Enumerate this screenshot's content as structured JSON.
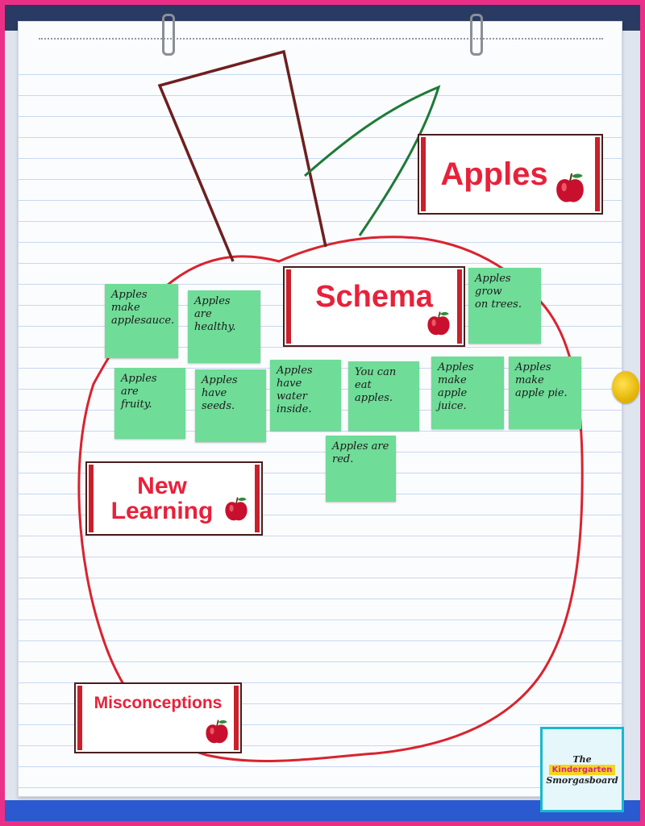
{
  "cards": {
    "apples": "Apples",
    "schema": "Schema",
    "new_learning": "New\nLearning",
    "misconceptions": "Misconceptions"
  },
  "notes": [
    "Apples make\napplesauce.",
    "Apples\nare\nhealthy.",
    "Apples grow\non trees.",
    "Apples\nare\nfruity.",
    "Apples\nhave\nseeds.",
    "Apples have\nwater\ninside.",
    "You can\neat\napples.",
    "Apples make\napple\njuice.",
    "Apples\nmake\napple pie.",
    "Apples are\nred."
  ],
  "logo": {
    "line1": "The",
    "line2": "Kindergarten",
    "line3": "Smorgasboard"
  },
  "colors": {
    "title_red": "#e8213a",
    "note_green": "#6fdc98",
    "drawn_apple": "#d9232e",
    "drawn_leaf": "#1e7a36",
    "drawn_stem": "#6e1f1f"
  },
  "icons": {
    "card_icon": "red-apple-icon",
    "magnet": "yellow-magnet"
  }
}
